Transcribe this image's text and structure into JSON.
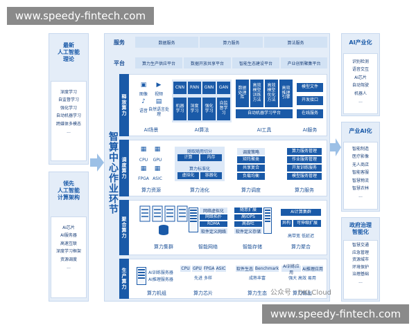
{
  "watermark_top": "www.speedy-fintech.com",
  "watermark_bottom": "www.speedy-fintech.com",
  "left": {
    "top": {
      "title": "最新\n人工智能\n理论",
      "items": [
        "深度学习",
        "自监督学习",
        "强化学习",
        "自动机器学习",
        "跨媒体多模态",
        "..."
      ]
    },
    "bottom": {
      "title": "领先\n人工智能\n计算架构",
      "items": [
        "AI芯片",
        "AI服务器",
        "高速互联",
        "深度学习框架",
        "资源调度",
        "..."
      ]
    }
  },
  "center": {
    "vertical_title": "智算中心作业环节",
    "rows": {
      "service": {
        "label": "服务",
        "cells": [
          "数据服务",
          "算力服务",
          "算法服务"
        ]
      },
      "platform": {
        "label": "平台",
        "cells": [
          "算力生产供应平台",
          "数据开放共享平台",
          "智能生态建设平台",
          "产业创新聚集平台"
        ]
      }
    },
    "release": {
      "layer": "释放算力",
      "scene_items": [
        "图像",
        "视频",
        "语音",
        "自然语言处理"
      ],
      "scene_label": "AI场景",
      "alg_top": [
        "CNN",
        "RNN",
        "GNN",
        "GAN"
      ],
      "alg_bottom": [
        "机器学习",
        "深度学习",
        "强化学习",
        "自监督学习"
      ],
      "alg_label": "AI算法",
      "tool_cells": [
        "数据处理库",
        "高效模型训练方法",
        "高效模型优化方法",
        "高效推理引擎"
      ],
      "tool_platform": "自动机器学习平台",
      "tool_label": "AI工具",
      "svc_cells": [
        "模型文件",
        "开发接口",
        "在线服务"
      ],
      "svc_label": "AI服务"
    },
    "schedule": {
      "layer": "调度算力",
      "chips": [
        "CPU",
        "GPU",
        "FPGA",
        "ASIC"
      ],
      "res_label": "算力资源",
      "pool_cells": [
        "随取随用切分",
        "计算",
        "内存",
        "算力标准化",
        "虚拟化",
        "容器化"
      ],
      "pool_label": "算力池化",
      "sched_cells": [
        "调度策略",
        "矩阵聚类",
        "共享复合",
        "负载均衡"
      ],
      "sched_label": "算力调度",
      "svc_cells": [
        "算力服务管理",
        "作业服务管理",
        "开发训练服务",
        "模型服务管理"
      ],
      "svc_label": "算力服务"
    },
    "aggregate": {
      "layer": "聚合算力",
      "cluster_label": "算力集群",
      "net_cells": [
        "网络虚拟化",
        "网络拓扑",
        "RDMA",
        "软件定义网络"
      ],
      "net_label": "智能网络",
      "store_cells": [
        "随意扩展",
        "高IOPS",
        "高吞吐",
        "软件定义存储"
      ],
      "store_label": "智能存储",
      "fuse_cells": [
        "AI计算集群",
        "异构",
        "可伸缩扩展",
        "高带宽 低延迟"
      ],
      "fuse_label": "算力聚合"
    },
    "produce": {
      "layer": "生产算力",
      "unit_cells": [
        "AI训练服务器",
        "AI推理服务器"
      ],
      "unit_label": "算力机组",
      "chip_cells": [
        "CPU",
        "GPU",
        "FPGA",
        "ASIC"
      ],
      "chip_note": "先进 多样",
      "chip_label": "算力芯片",
      "eco_cells": [
        "软件生态",
        "Benchmark"
      ],
      "eco_note": "成熟丰富",
      "eco_label": "算力生态",
      "out_cells": [
        "AI训练应用",
        "AI推理应用"
      ],
      "out_note": "强大 高效 易用",
      "out_label": "算力输出"
    }
  },
  "right": {
    "ai_industry": {
      "title": "AI产业化",
      "items": [
        "识别检测",
        "语音交互",
        "AI芯片",
        "自动驾驶",
        "机器人",
        "..."
      ]
    },
    "industry_ai": {
      "title": "产业AI化",
      "items": [
        "智能制造",
        "医疗影像",
        "无人商店",
        "智能客服",
        "智慧物流",
        "智慧农林",
        "..."
      ]
    },
    "gov": {
      "title": "政府治理\n智能化",
      "items": [
        "智慧交通",
        "应急管理",
        "资源城市",
        "环境保护",
        "治理基础",
        "..."
      ]
    }
  },
  "credit": "公众号 · DKLCloud",
  "colors": {
    "navy": "#1a5aa8",
    "panel": "#e4edf8",
    "watermark": "#8a8a8a"
  }
}
